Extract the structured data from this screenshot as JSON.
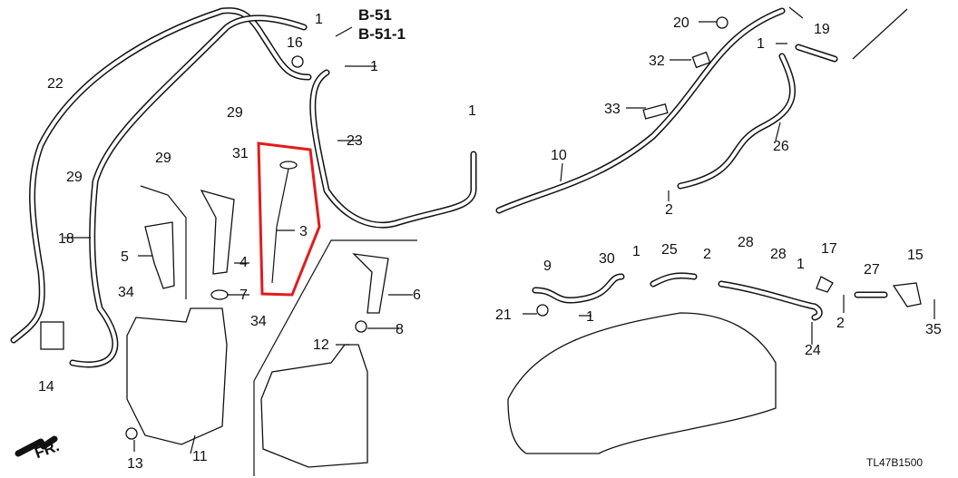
{
  "diagram": {
    "title_code": "TL47B1500",
    "front_arrow": "FR.",
    "references": [
      "B-51",
      "B-51-1"
    ],
    "callouts": [
      "1",
      "16",
      "1",
      "22",
      "29",
      "29",
      "29",
      "23",
      "1",
      "31",
      "3",
      "5",
      "4",
      "7",
      "18",
      "6",
      "8",
      "12",
      "34",
      "34",
      "14",
      "13",
      "11",
      "20",
      "32",
      "33",
      "1",
      "19",
      "10",
      "26",
      "2",
      "9",
      "30",
      "1",
      "25",
      "2",
      "28",
      "28",
      "1",
      "17",
      "27",
      "15",
      "2",
      "24",
      "35",
      "21",
      "1"
    ],
    "highlight_color": "#e31b1b",
    "highlighted_part": "3"
  }
}
